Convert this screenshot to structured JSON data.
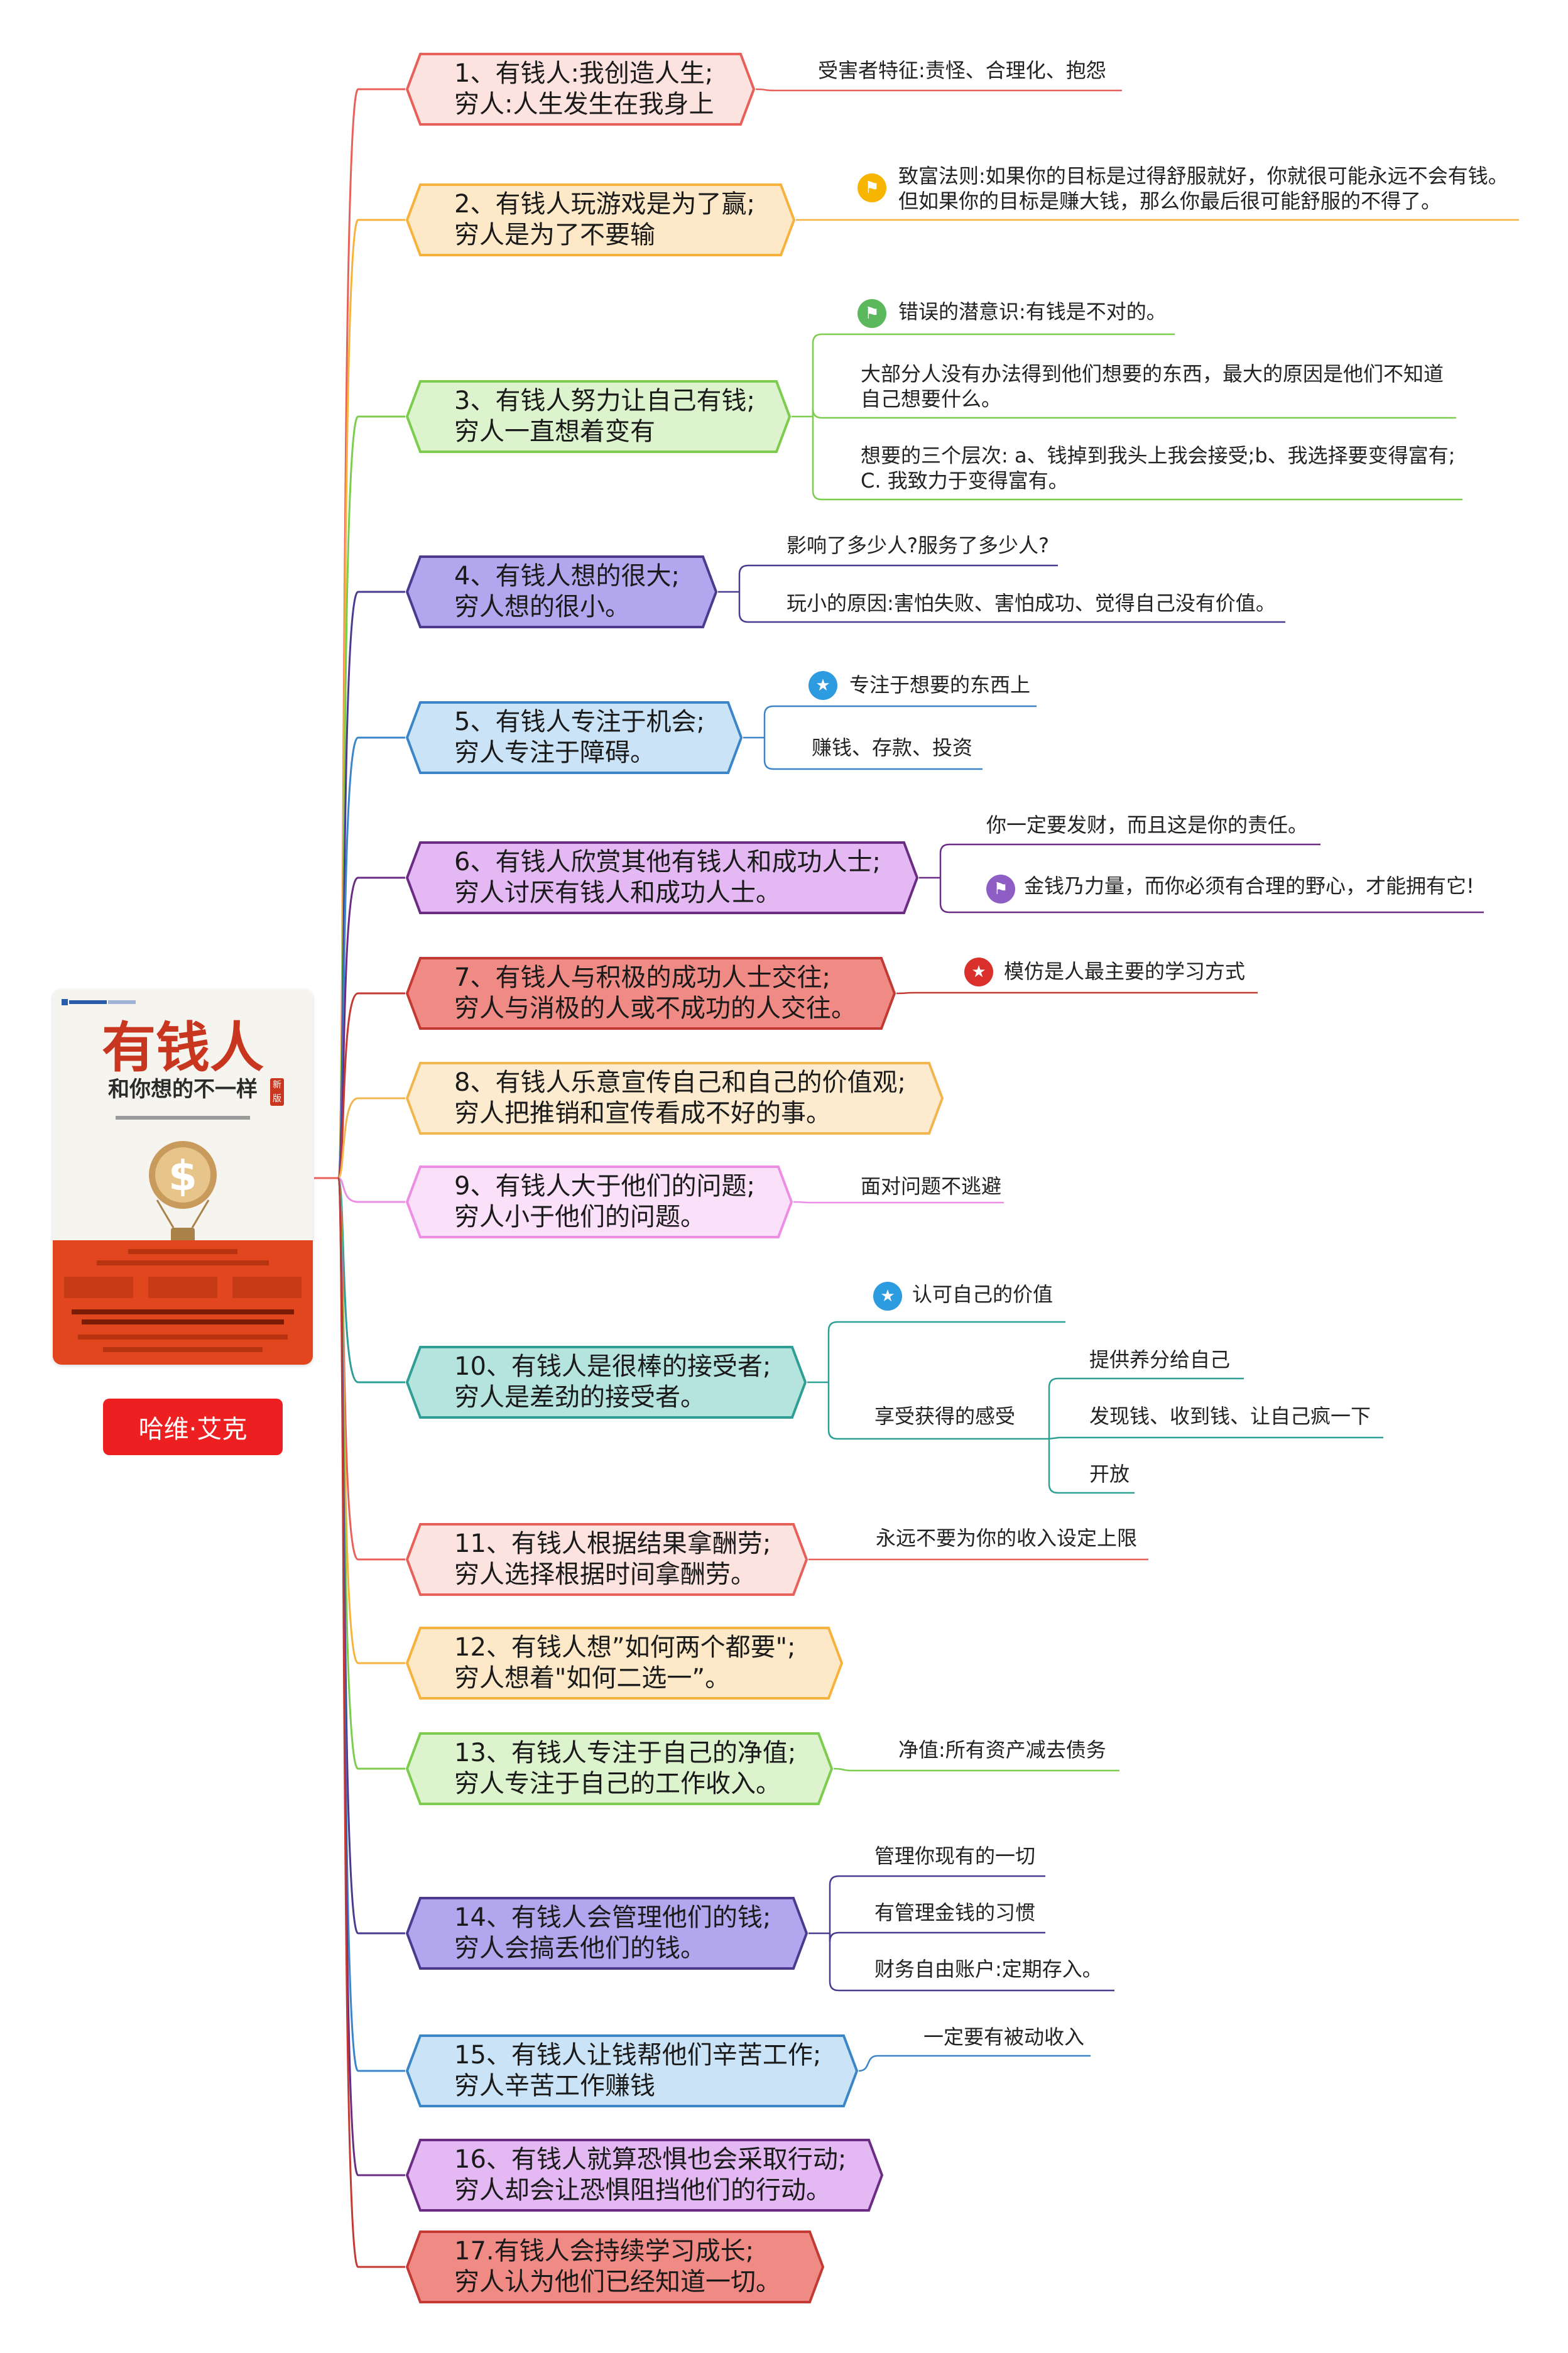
{
  "book": {
    "title": "有钱人",
    "subtitle": "和你想的不一样",
    "edition_tag": "新版"
  },
  "author_label": "哈维·艾克",
  "branches": [
    {
      "id": "b1",
      "line1": "1、有钱人:我创造人生;",
      "line2": "穷人:人生发生在我身上",
      "color": "#e8605a",
      "fill": "#fde3e0"
    },
    {
      "id": "b2",
      "line1": "2、有钱人玩游戏是为了赢;",
      "line2": "穷人是为了不要输",
      "color": "#f6b23c",
      "fill": "#fde9c8"
    },
    {
      "id": "b3",
      "line1": "3、有钱人努力让自己有钱;",
      "line2": "穷人一直想着变有",
      "color": "#7ccd4e",
      "fill": "#dcf3cd"
    },
    {
      "id": "b4",
      "line1": "4、有钱人想的很大;",
      "line2": "穷人想的很小。",
      "color": "#4b3a8e",
      "fill": "#b2a7ee"
    },
    {
      "id": "b5",
      "line1": "5、有钱人专注于机会;",
      "line2": "穷人专注于障碍。",
      "color": "#3b85c8",
      "fill": "#cbe3f7"
    },
    {
      "id": "b6",
      "line1": "6、有钱人欣赏其他有钱人和成功人士;",
      "line2": "穷人讨厌有钱人和成功人士。",
      "color": "#6b2c84",
      "fill": "#e3b8f3"
    },
    {
      "id": "b7",
      "line1": "7、有钱人与积极的成功人士交往;",
      "line2": "穷人与消极的人或不成功的人交往。",
      "color": "#c33a34",
      "fill": "#f08a85"
    },
    {
      "id": "b8",
      "line1": "8、有钱人乐意宣传自己和自己的价值观;",
      "line2": "穷人把推销和宣传看成不好的事。",
      "color": "#f1b650",
      "fill": "#fdebd0"
    },
    {
      "id": "b9",
      "line1": "9、有钱人大于他们的问题;",
      "line2": "穷人小于他们的问题。",
      "color": "#ec8ee4",
      "fill": "#fbe0f9"
    },
    {
      "id": "b10",
      "line1": "10、有钱人是很棒的接受者;",
      "line2": "穷人是差劲的接受者。",
      "color": "#2f9f95",
      "fill": "#b5e3de"
    },
    {
      "id": "b11",
      "line1": "11、有钱人根据结果拿酬劳;",
      "line2": "穷人选择根据时间拿酬劳。",
      "color": "#e8605a",
      "fill": "#fde3e0"
    },
    {
      "id": "b12",
      "line1": "12、有钱人想”如何两个都要\";",
      "line2": "穷人想着\"如何二选一”。",
      "color": "#f6b23c",
      "fill": "#fde9c8"
    },
    {
      "id": "b13",
      "line1": "13、有钱人专注于自己的净值;",
      "line2": "穷人专注于自己的工作收入。",
      "color": "#7ccd4e",
      "fill": "#dcf3cd"
    },
    {
      "id": "b14",
      "line1": "14、有钱人会管理他们的钱;",
      "line2": "穷人会搞丢他们的钱。",
      "color": "#4b3a8e",
      "fill": "#b2a7ee"
    },
    {
      "id": "b15",
      "line1": "15、有钱人让钱帮他们辛苦工作;",
      "line2": "穷人辛苦工作赚钱",
      "color": "#3b85c8",
      "fill": "#cbe3f7"
    },
    {
      "id": "b16",
      "line1": "16、有钱人就算恐惧也会采取行动;",
      "line2": "穷人却会让恐惧阻挡他们的行动。",
      "color": "#6b2c84",
      "fill": "#e3b8f3"
    },
    {
      "id": "b17",
      "line1": "17.有钱人会持续学习成长;",
      "line2": "穷人认为他们已经知道一切。",
      "color": "#c33a34",
      "fill": "#f08a85"
    }
  ],
  "notes": {
    "b1_1": "受害者特征:责怪、合理化、抱怨",
    "b2_1a": "致富法则:如果你的目标是过得舒服就好，你就很可能永远不会有钱。",
    "b2_1b": "但如果你的目标是赚大钱，那么你最后很可能舒服的不得了。",
    "b3_1": "错误的潜意识:有钱是不对的。",
    "b3_2a": "大部分人没有办法得到他们想要的东西，最大的原因是他们不知道",
    "b3_2b": "自己想要什么。",
    "b3_3a": "想要的三个层次: a、钱掉到我头上我会接受;b、我选择要变得富有;",
    "b3_3b": " C. 我致力于变得富有。",
    "b4_1": "影响了多少人?服务了多少人?",
    "b4_2": "玩小的原因:害怕失败、害怕成功、觉得自己没有价值。",
    "b5_1": "专注于想要的东西上",
    "b5_2": "赚钱、存款、投资",
    "b6_1": "你一定要发财，而且这是你的责任。",
    "b6_2": "金钱乃力量，而你必须有合理的野心，才能拥有它!",
    "b7_1": "模仿是人最主要的学习方式",
    "b9_1": "面对问题不逃避",
    "b10_1": "认可自己的价值",
    "b10_2": "享受获得的感受",
    "b10_2_1": "提供养分给自己",
    "b10_2_2": "发现钱、收到钱、让自己疯一下",
    "b10_2_3": "开放",
    "b11_1": "永远不要为你的收入设定上限",
    "b13_1": "净值:所有资产减去债务",
    "b14_1": "管理你现有的一切",
    "b14_2": "有管理金钱的习惯",
    "b14_3": "财务自由账户:定期存入。",
    "b15_1": "一定要有被动收入"
  },
  "icons": {
    "b2": {
      "name": "flag-icon",
      "color": "#f7b500"
    },
    "b3": {
      "name": "flag-icon",
      "color": "#5cb85c"
    },
    "b5": {
      "name": "star-icon",
      "color": "#2d9be0"
    },
    "b6": {
      "name": "flag-icon",
      "color": "#8e5ec5"
    },
    "b7": {
      "name": "star-icon",
      "color": "#d9302c"
    },
    "b10": {
      "name": "star-icon",
      "color": "#2d9be0"
    }
  }
}
